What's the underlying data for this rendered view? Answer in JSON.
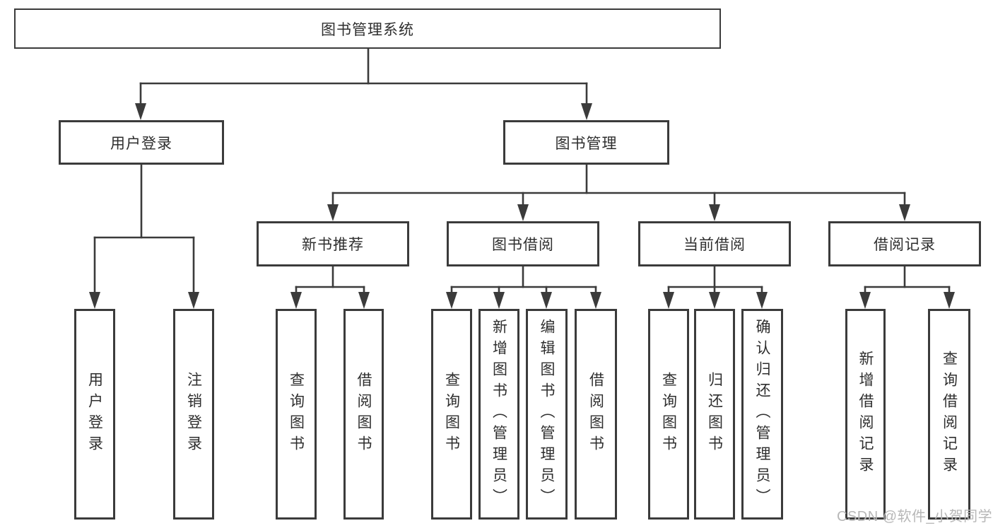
{
  "diagram": {
    "root": {
      "label": "图书管理系统"
    },
    "level2": [
      {
        "label": "用户登录"
      },
      {
        "label": "图书管理"
      }
    ],
    "level3": [
      {
        "label": "新书推荐"
      },
      {
        "label": "图书借阅"
      },
      {
        "label": "当前借阅"
      },
      {
        "label": "借阅记录"
      }
    ],
    "leaves": [
      {
        "label": "用户登录"
      },
      {
        "label": "注销登录"
      },
      {
        "label": "查询图书"
      },
      {
        "label": "借阅图书"
      },
      {
        "label": "查询图书"
      },
      {
        "label": "新增图书（管理员）"
      },
      {
        "label": "编辑图书（管理员）"
      },
      {
        "label": "借阅图书"
      },
      {
        "label": "查询图书"
      },
      {
        "label": "归还图书"
      },
      {
        "label": "确认归还（管理员）"
      },
      {
        "label": "新增借阅记录"
      },
      {
        "label": "查询借阅记录"
      }
    ]
  },
  "watermark": {
    "text": "CSDN @软件_小贺同学"
  },
  "colors": {
    "line": "#3b3b3b",
    "box_border": "#3b3b3b",
    "text": "#2e2e2e",
    "watermark": "#b7b7b7",
    "background": "#ffffff"
  }
}
